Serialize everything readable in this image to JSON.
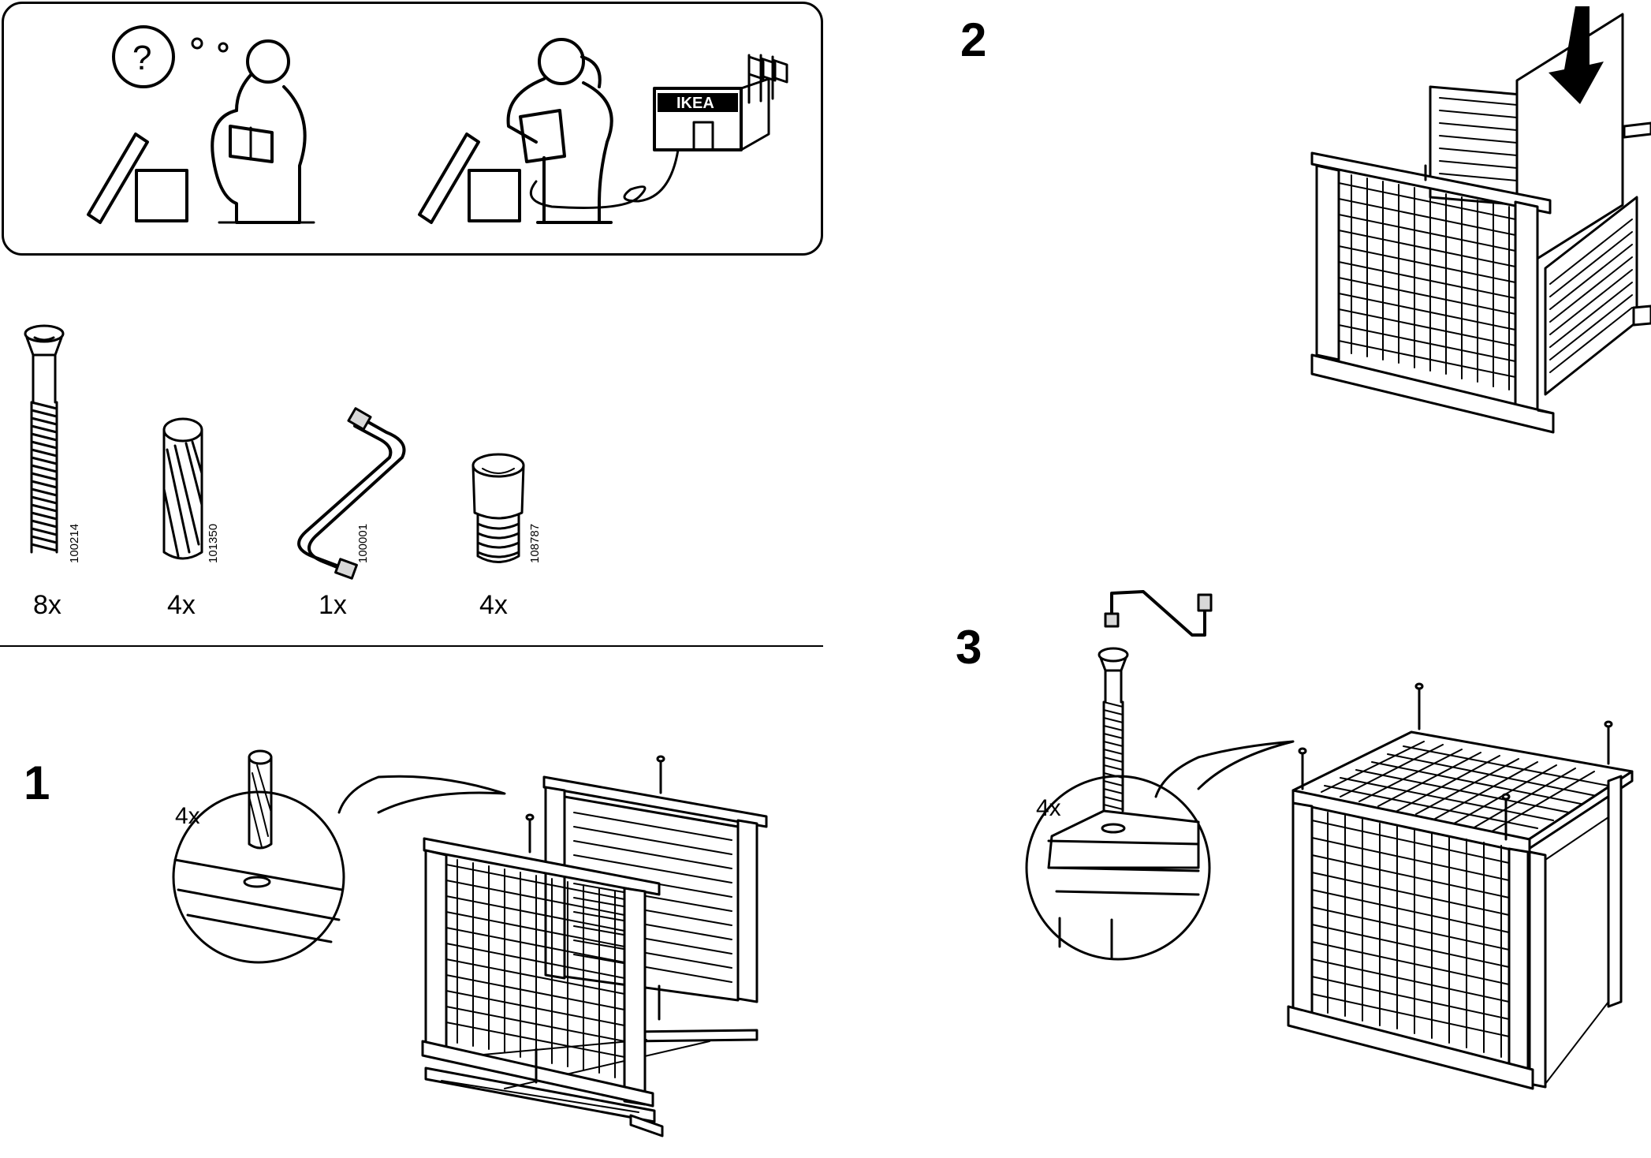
{
  "store_sign": "IKEA",
  "hardware": [
    {
      "part_number": "100214",
      "quantity": "8x",
      "icon": "screw-icon"
    },
    {
      "part_number": "101350",
      "quantity": "4x",
      "icon": "dowel-icon"
    },
    {
      "part_number": "100001",
      "quantity": "1x",
      "icon": "allen-key-icon"
    },
    {
      "part_number": "108787",
      "quantity": "4x",
      "icon": "foot-cap-icon"
    }
  ],
  "steps": [
    {
      "number": "1",
      "callout_quantity": "4x"
    },
    {
      "number": "2"
    },
    {
      "number": "3",
      "callout_quantity": "4x"
    }
  ]
}
